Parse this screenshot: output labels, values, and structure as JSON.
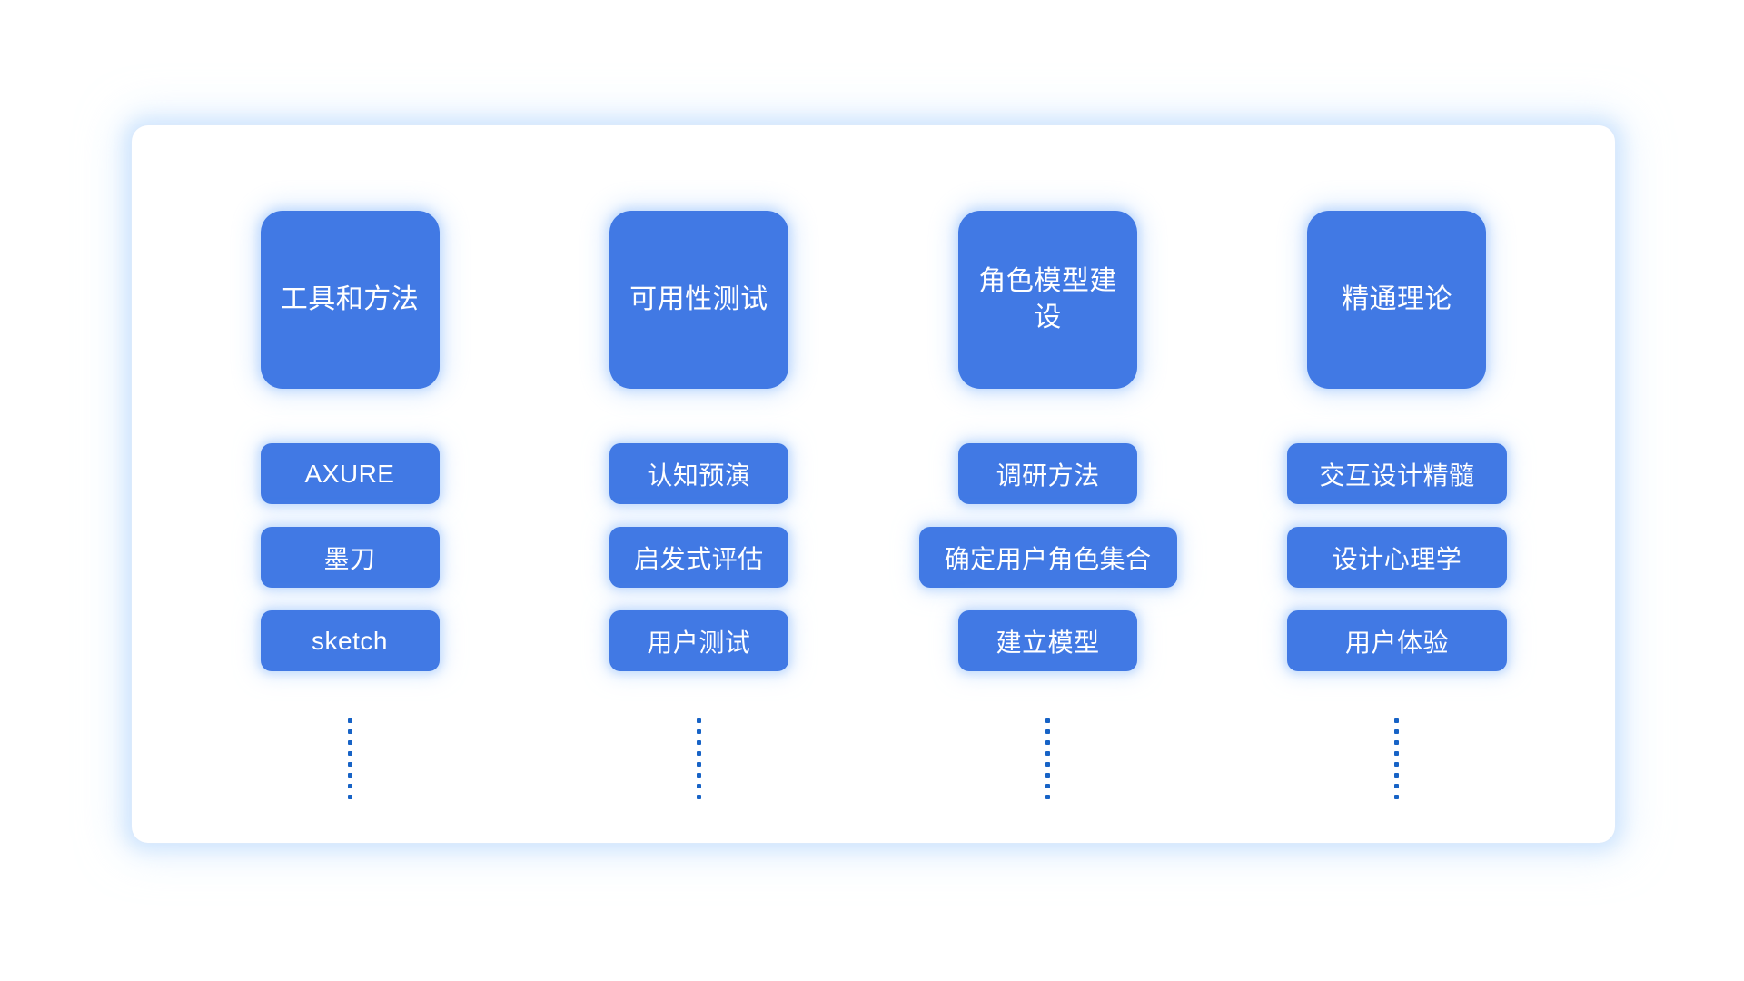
{
  "page": {
    "background_color": "#ffffff",
    "card_background": "#ffffff",
    "accent_color": "#4179E4",
    "glow_color": "#D6E9FF",
    "dot_color": "#1763C6",
    "text_color": "#FFFFFF"
  },
  "columns": [
    {
      "category": "工具和方法",
      "items": [
        {
          "label": "AXURE",
          "width_class": "item-w-197"
        },
        {
          "label": "墨刀",
          "width_class": "item-w-197"
        },
        {
          "label": "sketch",
          "width_class": "item-w-197"
        }
      ],
      "continuation_dots": 8
    },
    {
      "category": "可用性测试",
      "items": [
        {
          "label": "认知预演",
          "width_class": "item-w-197"
        },
        {
          "label": "启发式评估",
          "width_class": "item-w-197"
        },
        {
          "label": "用户测试",
          "width_class": "item-w-197"
        }
      ],
      "continuation_dots": 8
    },
    {
      "category": "角色模型建设",
      "items": [
        {
          "label": "调研方法",
          "width_class": "item-w-197"
        },
        {
          "label": "确定用户角色集合",
          "width_class": "item-w-284"
        },
        {
          "label": "建立模型",
          "width_class": "item-w-197"
        }
      ],
      "continuation_dots": 8
    },
    {
      "category": "精通理论",
      "items": [
        {
          "label": "交互设计精髓",
          "width_class": "item-w-242"
        },
        {
          "label": "设计心理学",
          "width_class": "item-w-242"
        },
        {
          "label": "用户体验",
          "width_class": "item-w-242"
        }
      ],
      "continuation_dots": 8
    }
  ]
}
